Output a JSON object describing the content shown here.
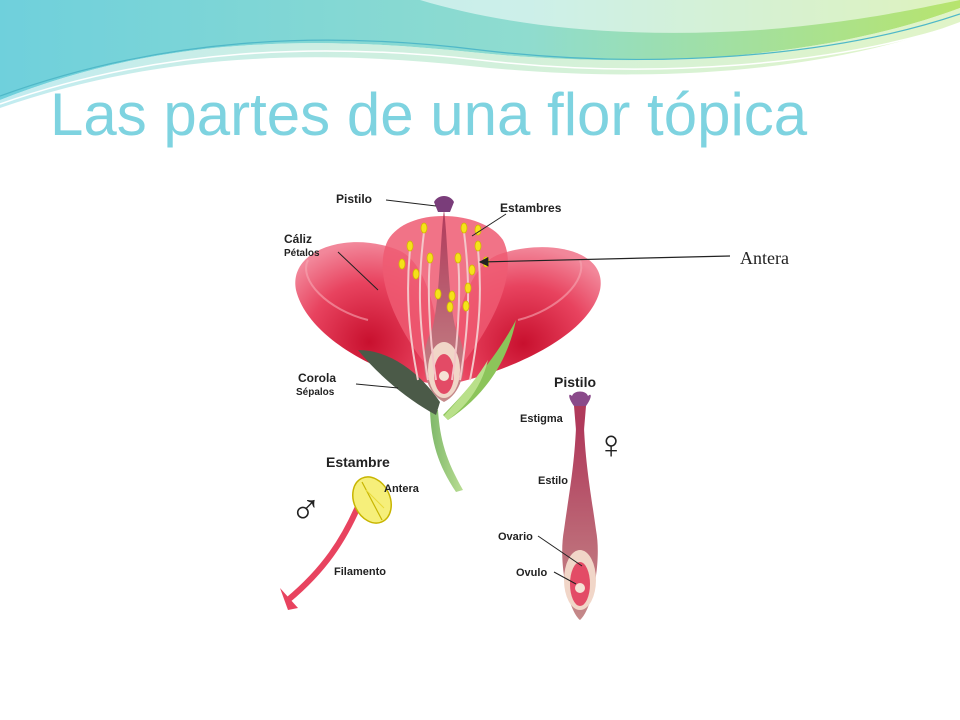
{
  "slide": {
    "title": "Las partes de una flor tópica",
    "callout_label": "Antera"
  },
  "figure": {
    "labels": {
      "pistilo_top": "Pistilo",
      "estambres": "Estambres",
      "caliz": "Cáliz",
      "petalos": "Pétalos",
      "corola": "Corola",
      "sepalos": "Sépalos",
      "estambre_title": "Estambre",
      "antera": "Antera",
      "filamento": "Filamento",
      "pistilo_detail": "Pistilo",
      "estigma": "Estigma",
      "estilo": "Estilo",
      "ovario": "Ovario",
      "ovulo": "Ovulo"
    },
    "symbols": {
      "male": "♂",
      "female": "♀"
    }
  },
  "colors": {
    "title": "#7ed3e0",
    "petal": "#e8435f",
    "stamen_yellow": "#f5e21a",
    "pistil_purple": "#7a3d7a",
    "sepal_green": "#8cc45a"
  }
}
